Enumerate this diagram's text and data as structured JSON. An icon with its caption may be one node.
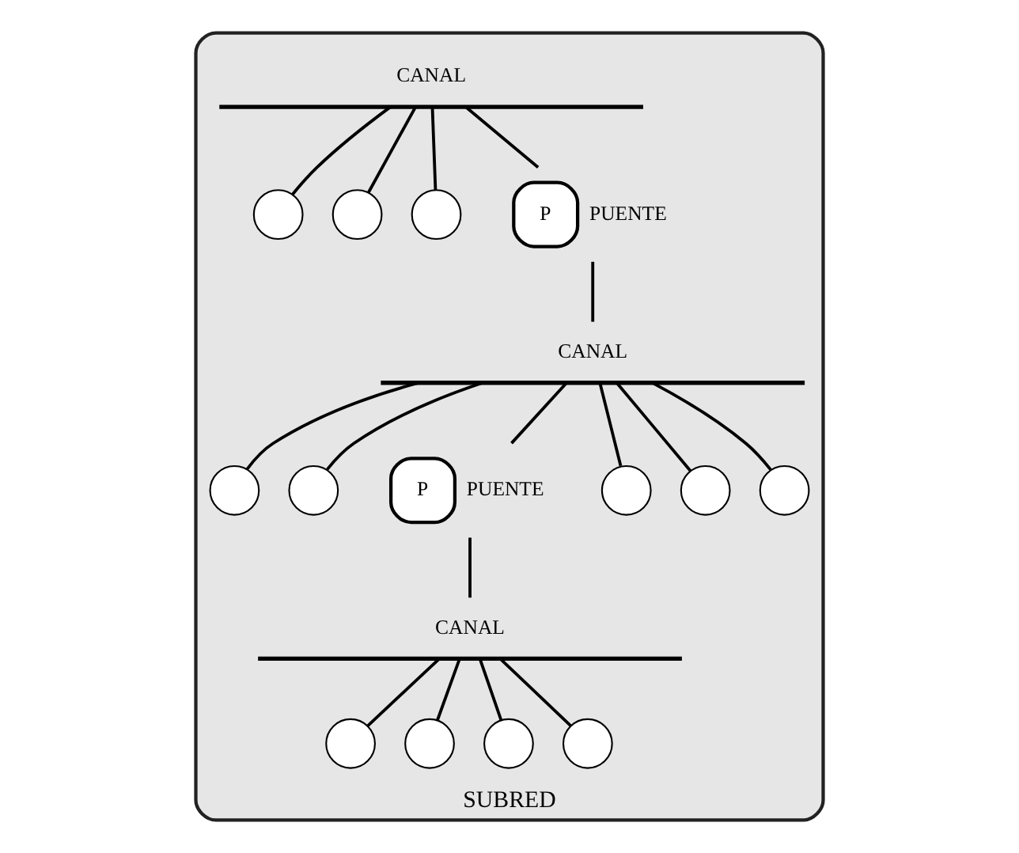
{
  "diagram": {
    "nodes": [
      {
        "text": [
          "SUBRED"
        ]
      },
      {
        "text": [
          "CANAL"
        ],
        "in": 0
      },
      {
        "text": [],
        "shape": "circle",
        "in": 0
      },
      {
        "text": [],
        "shape": "circle",
        "in": 0
      },
      {
        "text": [],
        "shape": "circle",
        "in": 0
      },
      {
        "text": [
          "P"
        ],
        "beside": [
          "PUENTE"
        ],
        "in": 0
      },
      {
        "text": [
          "CANAL"
        ],
        "in": 0
      },
      {
        "text": [],
        "shape": "circle",
        "in": 0
      },
      {
        "text": [],
        "shape": "circle",
        "in": 0
      },
      {
        "text": [
          "P"
        ],
        "beside": [
          "PUENTE"
        ],
        "in": 0
      },
      {
        "text": [],
        "shape": "circle",
        "in": 0
      },
      {
        "text": [],
        "shape": "circle",
        "in": 0
      },
      {
        "text": [],
        "shape": "circle",
        "in": 0
      },
      {
        "text": [
          "CANAL"
        ],
        "in": 0
      },
      {
        "text": [],
        "shape": "circle",
        "in": 0
      },
      {
        "text": [],
        "shape": "circle",
        "in": 0
      },
      {
        "text": [],
        "shape": "circle",
        "in": 0
      },
      {
        "text": [],
        "shape": "circle",
        "in": 0
      }
    ],
    "edges": [
      {
        "from": 1,
        "to": 2,
        "arrow": "none"
      },
      {
        "from": 1,
        "to": 3,
        "arrow": "none"
      },
      {
        "from": 1,
        "to": 4,
        "arrow": "none"
      },
      {
        "from": 1,
        "to": 5,
        "arrow": "none"
      },
      {
        "from": 5,
        "to": 6,
        "arrow": "none"
      },
      {
        "from": 6,
        "to": 7,
        "arrow": "none"
      },
      {
        "from": 6,
        "to": 8,
        "arrow": "none"
      },
      {
        "from": 6,
        "to": 9,
        "arrow": "none"
      },
      {
        "from": 6,
        "to": 10,
        "arrow": "none"
      },
      {
        "from": 6,
        "to": 11,
        "arrow": "none"
      },
      {
        "from": 6,
        "to": 12,
        "arrow": "none"
      },
      {
        "from": 9,
        "to": 13,
        "arrow": "none"
      },
      {
        "from": 13,
        "to": 14,
        "arrow": "none"
      },
      {
        "from": 13,
        "to": 15,
        "arrow": "none"
      },
      {
        "from": 13,
        "to": 16,
        "arrow": "none"
      },
      {
        "from": 13,
        "to": 17,
        "arrow": "none"
      }
    ]
  }
}
